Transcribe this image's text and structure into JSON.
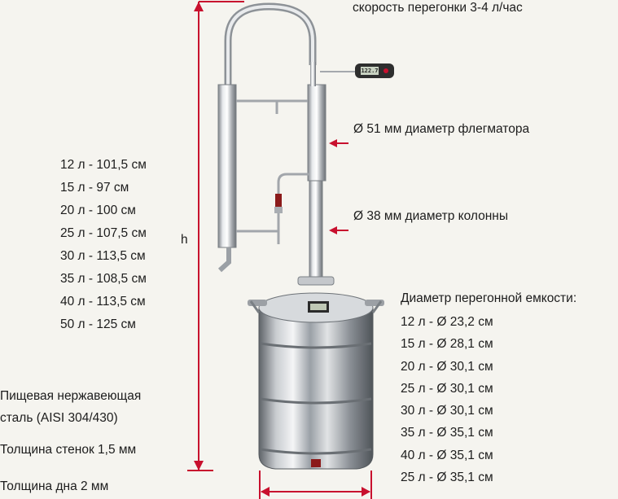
{
  "header": {
    "speed": "скорость перегонки 3-4 л/час"
  },
  "labels": {
    "reflux_diameter": "Ø 51 мм диаметр флегматора",
    "column_diameter": "Ø 38 мм диаметр колонны",
    "height_symbol": "h"
  },
  "heights": [
    "12 л - 101,5 см",
    "15 л - 97 см",
    "20 л - 100 см",
    "25 л - 107,5 см",
    "30 л - 113,5 см",
    "35 л - 108,5 см",
    "40 л - 113,5 см",
    "50 л - 125 см"
  ],
  "diameters": {
    "title": "Диаметр перегонной емкости:",
    "items": [
      "12 л - Ø 23,2 см",
      "15 л - Ø 28,1 см",
      "20 л - Ø 30,1 см",
      "25 л - Ø 30,1 см",
      "30 л - Ø 30,1 см",
      "35 л - Ø 35,1 см",
      "40 л - Ø 35,1 см",
      "25 л - Ø 35,1 см"
    ]
  },
  "material": {
    "line1": "Пищевая нержавеющая",
    "line2": "сталь (AISI 304/430)",
    "wall": "Толщина стенок 1,5 мм",
    "bottom": "Толщина дна 2 мм"
  },
  "thermo_display": "122.7",
  "colors": {
    "accent": "#c8102e",
    "steel": "#b9bcc1",
    "text": "#1c1c1c"
  }
}
